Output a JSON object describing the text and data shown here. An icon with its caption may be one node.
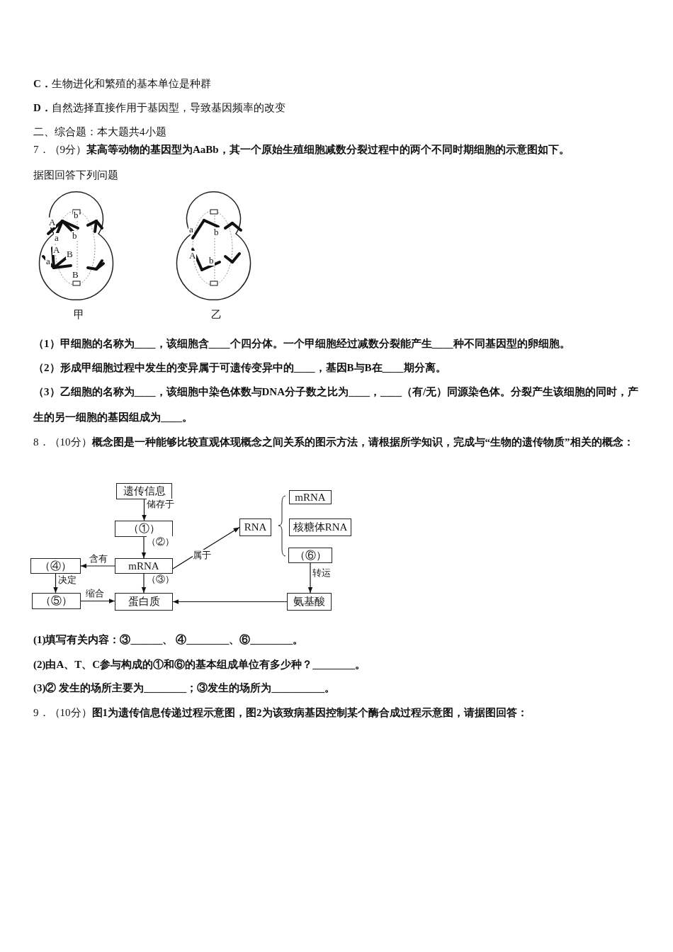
{
  "diagram": {
    "nodes": [
      {
        "text": [
          "遗传信息"
        ]
      },
      {
        "text": [
          "（①）"
        ]
      },
      {
        "text": [
          "mRNA"
        ]
      },
      {
        "text": [
          "（④）"
        ]
      },
      {
        "text": [
          "（⑤）"
        ]
      },
      {
        "text": [
          "蛋白质"
        ]
      },
      {
        "text": [
          "RNA"
        ]
      },
      {
        "text": [
          "mRNA"
        ]
      },
      {
        "text": [
          "核糖体RNA"
        ]
      },
      {
        "text": [
          "（⑥）"
        ]
      },
      {
        "text": [
          "氨基酸"
        ]
      }
    ],
    "edges": [
      {
        "from": 0,
        "to": 1,
        "arrow": "to",
        "label": "储存于"
      },
      {
        "from": 1,
        "to": 2,
        "arrow": "to",
        "label": "（②）"
      },
      {
        "from": 2,
        "to": 3,
        "arrow": "to",
        "label": "含有"
      },
      {
        "from": 2,
        "to": 6,
        "arrow": "to",
        "label": "属于"
      },
      {
        "from": 2,
        "to": 5,
        "arrow": "to",
        "label": "（③）"
      },
      {
        "from": 3,
        "to": 4,
        "arrow": "to",
        "label": "决定"
      },
      {
        "from": 4,
        "to": 5,
        "arrow": "to",
        "label": "缩合"
      },
      {
        "from": 9,
        "to": 10,
        "arrow": "to",
        "label": "转运"
      },
      {
        "from": 10,
        "to": 5,
        "arrow": "to"
      }
    ],
    "labels": [
      "**C．**生物进化和繁殖的基本单位是种群",
      "**D．**自然选择直接作用于基因型，导致基因频率的改变",
      "二、综合题：本大题共4小题",
      "7．（9分）**某高等动物的基因型为AaBb，其一个原始生殖细胞减数分裂过程中的两个不同时期细胞的示意图如下。**",
      "据图回答下列问题",
      "b",
      "A",
      "b",
      "a",
      "A",
      "B",
      "a",
      "B",
      "甲",
      "a",
      "b",
      "A",
      "b",
      "乙",
      "（1）甲细胞的名称为____，该细胞含____个四分体。一个甲细胞经过减数分裂能产生____种不同基因型的卵细胞。",
      "（2）形成甲细胞过程中发生的变异属于可遗传变异中的____，基因B与B在____期分离。",
      "（3）乙细胞的名称为____，该细胞中染色体数与DNA分子数之比为____，____（有/无）同源染色体。分裂产生该细胞的同时，产生的另一细胞的基因组成为____。",
      "8．（10分）**概念图是一种能够比较直观体现概念之间关系的图示方法，请根据所学知识，完成与“生物的遗传物质”相关的概念：**",
      "(1)填写有关内容：③______、 ④________、⑥________。",
      "(2)由A、T、C参与构成的①和⑥的基本组成单位有多少种？________。",
      "(3)② 发生的场所主要为________；③发生的场所为__________。",
      "9．（10分）**图1为遗传信息传递过程示意图，图2为该致病基因控制某个酶合成过程示意图，请据图回答：**"
    ]
  }
}
